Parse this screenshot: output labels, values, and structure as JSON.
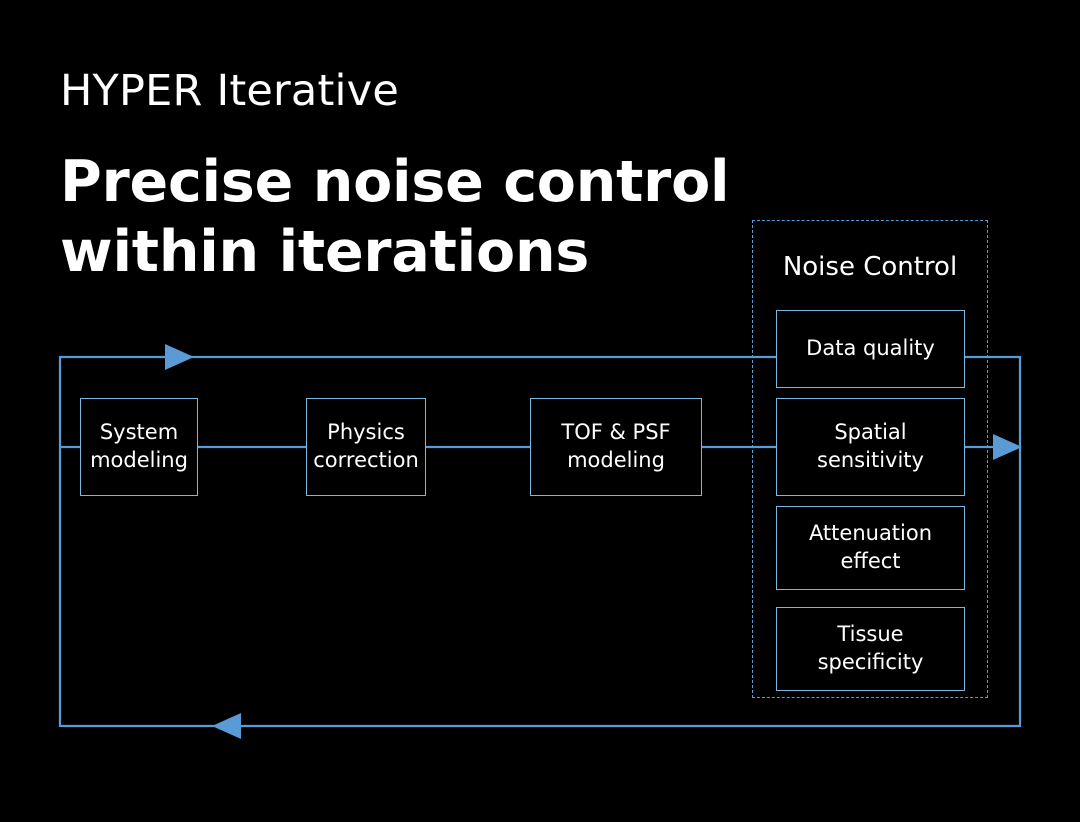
{
  "header": {
    "eyebrow": "HYPER Iterative",
    "headline": "Precise noise control\nwithin iterations"
  },
  "diagram": {
    "type": "flow-diagram",
    "background_color": "#000000",
    "line_color": "#5b9bd5",
    "box_border_color": "#7ab8e0",
    "text_color": "#ffffff",
    "pipeline": [
      {
        "id": "system-modeling",
        "label": "System\nmodeling"
      },
      {
        "id": "physics-correction",
        "label": "Physics\ncorrection"
      },
      {
        "id": "tof-psf-modeling",
        "label": "TOF & PSF\nmodeling"
      }
    ],
    "noise_control": {
      "title": "Noise Control",
      "border_style": "dashed",
      "items": [
        {
          "id": "data-quality",
          "label": "Data quality"
        },
        {
          "id": "spatial-sensitivity",
          "label": "Spatial\nsensitivity"
        },
        {
          "id": "attenuation-effect",
          "label": "Attenuation\neffect"
        },
        {
          "id": "tissue-specificity",
          "label": "Tissue\nspecificity"
        }
      ]
    },
    "connectors": [
      {
        "id": "forward-top",
        "direction": "right",
        "description": "top rail from left bus into Data quality"
      },
      {
        "id": "chain-middle",
        "direction": "right",
        "description": "middle rail through pipeline into Spatial sensitivity"
      },
      {
        "id": "output-right",
        "direction": "right",
        "description": "output arrow at right bus"
      },
      {
        "id": "feedback-bottom",
        "direction": "left",
        "description": "bottom feedback rail returning to left bus"
      }
    ]
  }
}
